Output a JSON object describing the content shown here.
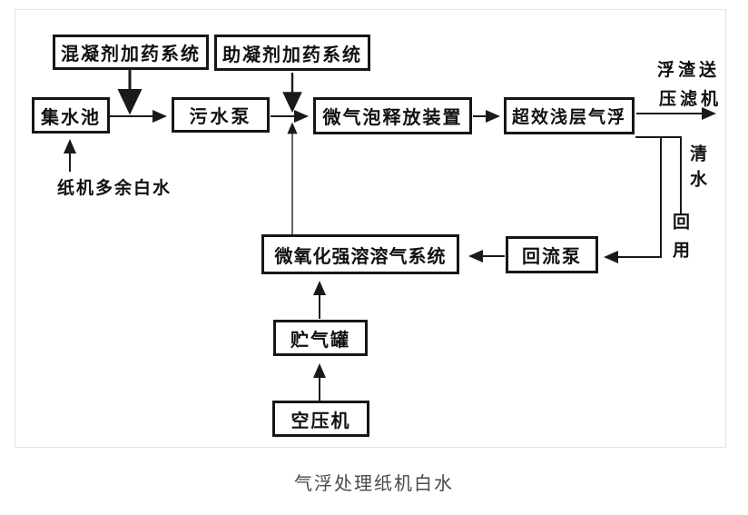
{
  "caption": "气浮处理纸机白水",
  "diagram": {
    "nodes": {
      "coagulant_dosing": "混凝剂加药系统",
      "coagulant_aid_dosing": "助凝剂加药系统",
      "collection_tank": "集水池",
      "sewage_pump": "污水泵",
      "microbubble_release": "微气泡释放装置",
      "shallow_flotation": "超效浅层气浮",
      "dissolved_air_system": "微氧化强溶溶气系统",
      "return_pump": "回流泵",
      "gas_storage_tank": "贮气罐",
      "air_compressor": "空压机"
    },
    "labels": {
      "inlet": "纸机多余白水",
      "scum_line1": "浮渣送",
      "scum_line2": "压滤机",
      "clear_water": "清水",
      "reuse": "回用"
    },
    "colors": {
      "line": "#1a1a1a",
      "box_border": "#161616",
      "caption_text": "#4a4a4a"
    }
  }
}
